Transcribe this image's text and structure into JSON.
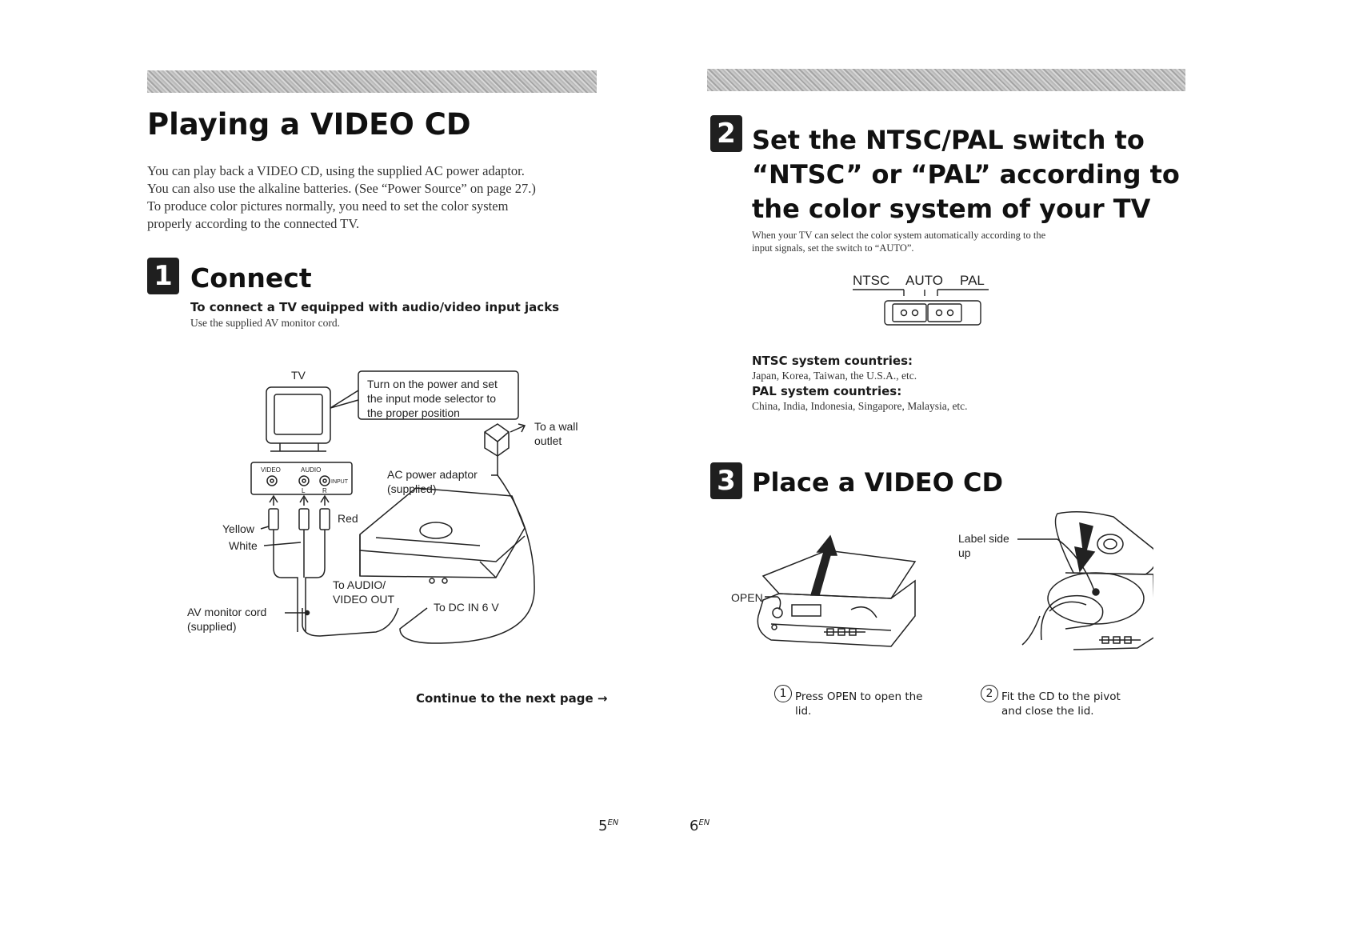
{
  "left": {
    "title": "Playing a VIDEO CD",
    "intro": [
      "You can play back a VIDEO CD, using the supplied AC power adaptor.",
      "You can also use the alkaline batteries. (See “Power Source” on page 27.)",
      "To produce color pictures normally, you need to set the color system",
      "properly according to the connected TV."
    ],
    "step1": {
      "number": "1",
      "heading": "Connect",
      "subheading": "To connect a TV equipped with audio/video input jacks",
      "note": "Use the supplied AV monitor cord."
    },
    "diagram": {
      "tv": "TV",
      "callout": [
        "Turn on the power and set",
        "the input mode selector to",
        "the proper position"
      ],
      "wall": [
        "To a wall",
        "outlet"
      ],
      "adaptor": [
        "AC power adaptor",
        "(supplied)"
      ],
      "video_jack": "VIDEO",
      "audio_jack": "AUDIO",
      "input": "INPUT",
      "l": "L",
      "r": "R",
      "yellow": "Yellow",
      "white": "White",
      "red": "Red",
      "audio_out": [
        "To AUDIO/",
        "VIDEO OUT"
      ],
      "dc_in": "To DC IN 6 V",
      "cord": [
        "AV monitor cord",
        "(supplied)"
      ]
    },
    "continue": "Continue to the next page →",
    "page_number": "5",
    "page_suffix": "EN"
  },
  "right": {
    "step2": {
      "number": "2",
      "heading": [
        "Set the NTSC/PAL switch to",
        "“NTSC” or “PAL” according to",
        "the color system of your TV"
      ],
      "note": [
        "When your TV can select the color system automatically according to the",
        "input signals, set the switch to “AUTO”."
      ]
    },
    "switch": {
      "ntsc": "NTSC",
      "auto": "AUTO",
      "pal": "PAL"
    },
    "ntsc_heading": "NTSC system countries:",
    "ntsc_list": "Japan, Korea, Taiwan, the U.S.A., etc.",
    "pal_heading": "PAL system countries:",
    "pal_list": "China, India, Indonesia, Singapore, Malaysia, etc.",
    "step3": {
      "number": "3",
      "heading": "Place a VIDEO CD"
    },
    "diagram": {
      "open": "OPEN",
      "label_side": [
        "Label side",
        "up"
      ]
    },
    "instructions": [
      {
        "num": "1",
        "text": [
          "Press OPEN to open the",
          "lid."
        ]
      },
      {
        "num": "2",
        "text": [
          "Fit the CD to the pivot",
          "and close the lid."
        ]
      }
    ],
    "page_number": "6",
    "page_suffix": "EN"
  }
}
